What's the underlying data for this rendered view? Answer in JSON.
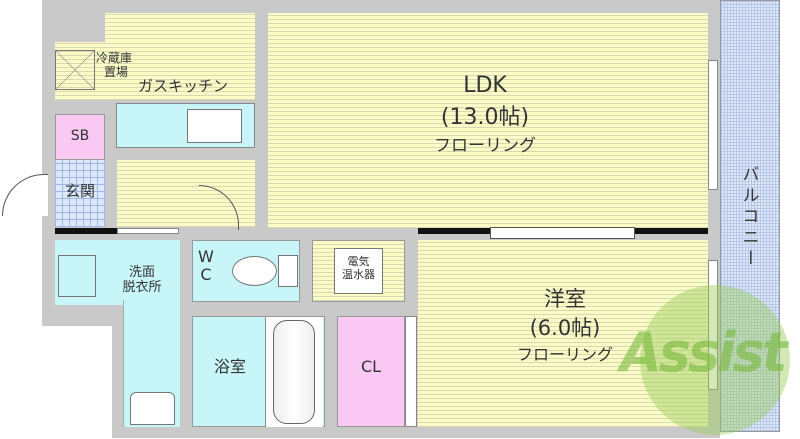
{
  "rooms": {
    "ldk": {
      "name": "LDK",
      "size": "(13.0帖)",
      "floor": "フローリング"
    },
    "western": {
      "name": "洋室",
      "size": "(6.0帖)",
      "floor": "フローリング"
    },
    "kitchen": "ガスキッチン",
    "fridge": [
      "冷蔵庫",
      "置場"
    ],
    "sb": "SB",
    "entrance": "玄関",
    "washroom": [
      "洗面",
      "脱衣所"
    ],
    "wc": [
      "W",
      "C"
    ],
    "heater": [
      "電気",
      "温水器"
    ],
    "bath": "浴室",
    "closet": "CL",
    "balcony": "バルコニー"
  },
  "watermark": "Assist",
  "colors": {
    "floor": "#fbfbc8",
    "wet": "#c8f6f8",
    "storage": "#f9c8f3",
    "tile": "#dde8fa",
    "wall": "#c9c9c9",
    "watermark": "#9ccc5a"
  }
}
